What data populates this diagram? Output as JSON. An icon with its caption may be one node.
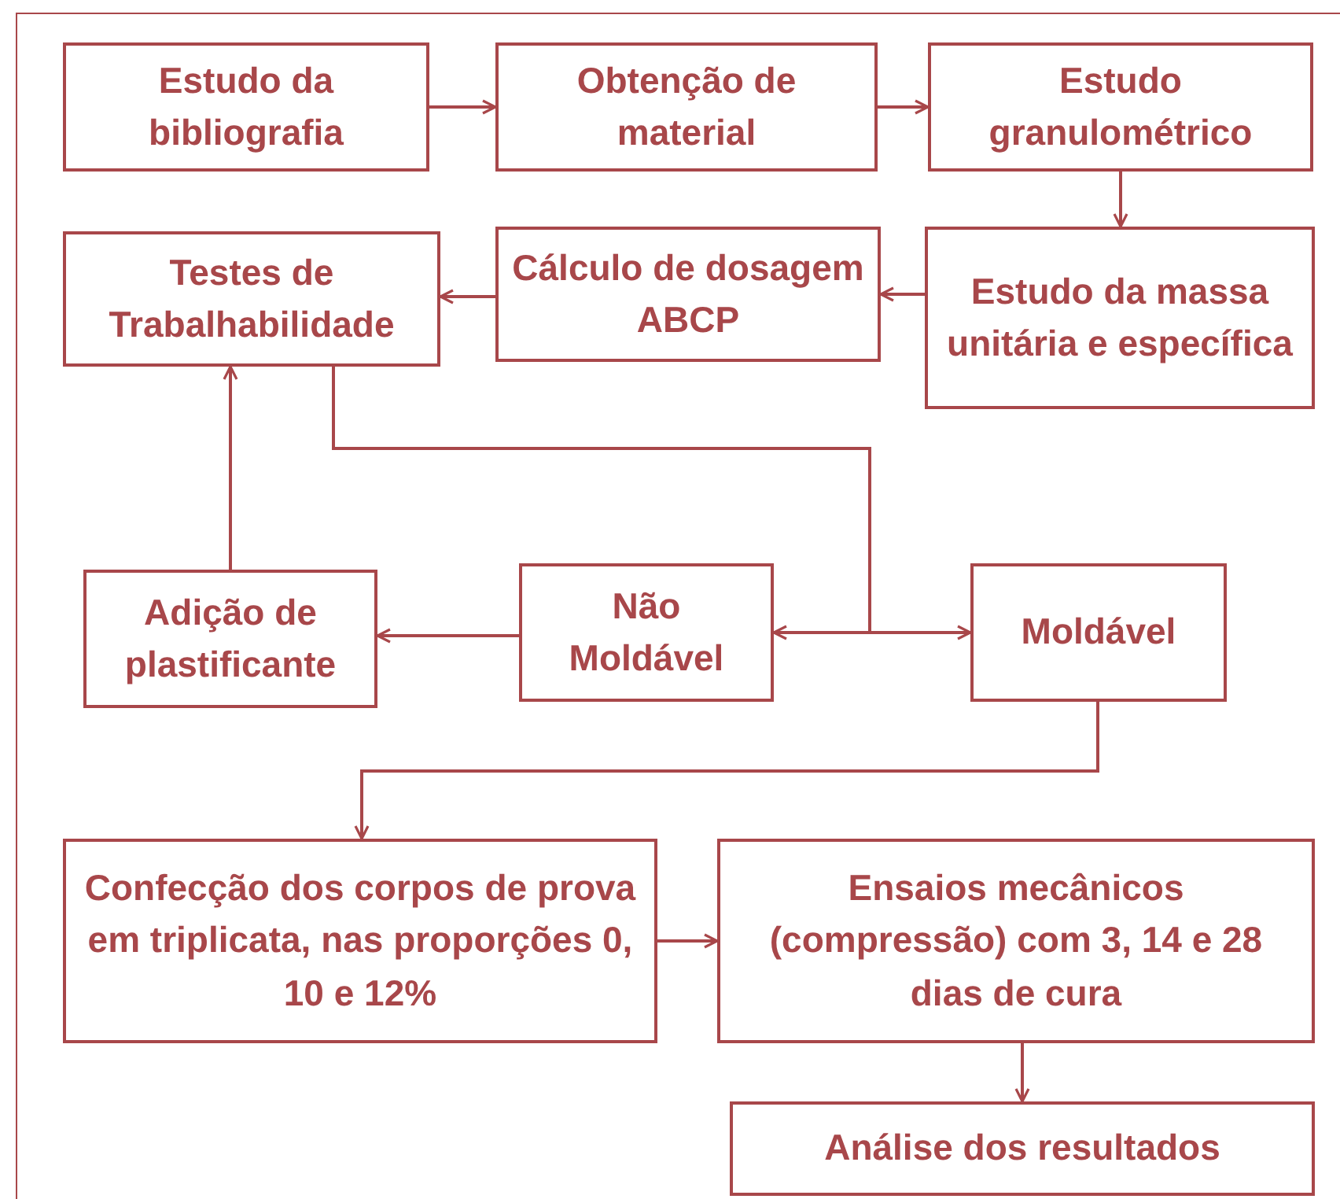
{
  "diagram": {
    "nodes": [
      {
        "text": [
          "Estudo da bibliografia"
        ]
      },
      {
        "text": [
          "Obtenção de material"
        ]
      },
      {
        "text": [
          "Estudo granulométrico"
        ]
      },
      {
        "text": [
          "Testes de Trabalhabilidade"
        ]
      },
      {
        "text": [
          "Cálculo de dosagem ABCP"
        ]
      },
      {
        "text": [
          "Estudo da massa unitária e específica"
        ]
      },
      {
        "text": [
          "Adição de plastificante"
        ]
      },
      {
        "text": [
          "Não Moldável"
        ]
      },
      {
        "text": [
          "Moldável"
        ]
      },
      {
        "text": [
          "Confecção dos corpos de prova em triplicata, nas proporções 0, 10 e 12%"
        ]
      },
      {
        "text": [
          "Ensaios mecânicos (compressão) com 3, 14 e 28 dias de cura"
        ]
      },
      {
        "text": [
          "Análise dos resultados"
        ]
      }
    ],
    "edges": [
      {
        "from": 0,
        "to": 1,
        "arrow": "to"
      },
      {
        "from": 1,
        "to": 2,
        "arrow": "to"
      },
      {
        "from": 2,
        "to": 5,
        "arrow": "to"
      },
      {
        "from": 5,
        "to": 4,
        "arrow": "to"
      },
      {
        "from": 4,
        "to": 3,
        "arrow": "to"
      },
      {
        "from": 3,
        "to": 7,
        "arrow": "to"
      },
      {
        "from": 3,
        "to": 8,
        "arrow": "to"
      },
      {
        "from": 7,
        "to": 6,
        "arrow": "to"
      },
      {
        "from": 6,
        "to": 3,
        "arrow": "to"
      },
      {
        "from": 8,
        "to": 9,
        "arrow": "to"
      },
      {
        "from": 9,
        "to": 10,
        "arrow": "to"
      },
      {
        "from": 10,
        "to": 11,
        "arrow": "to"
      }
    ]
  }
}
